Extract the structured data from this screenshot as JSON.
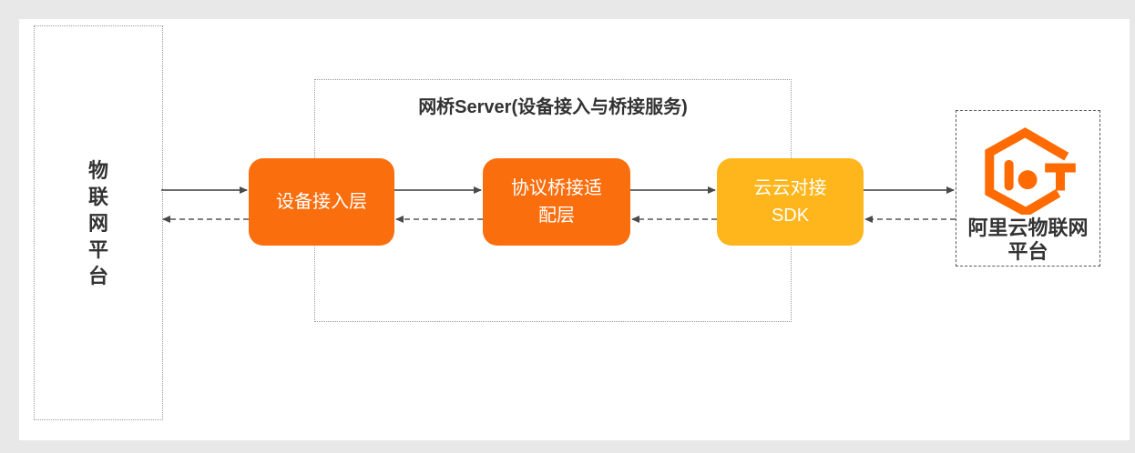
{
  "page": {
    "background_color": "#e8e8e8",
    "panel_color": "#ffffff"
  },
  "diagram": {
    "left_platform": {
      "label": "物联网平台"
    },
    "bridge_server": {
      "title": "网桥Server(设备接入与桥接服务)"
    },
    "nodes": {
      "device_access": {
        "label": "设备接入层",
        "color": "#fb6e0e"
      },
      "protocol_bridge": {
        "label": "协议桥接适\n配层",
        "color": "#fb6e0e"
      },
      "cloud_sdk": {
        "label": "云云对接\nSDK",
        "color": "#ffb61c"
      }
    },
    "aliyun_platform": {
      "label": "阿里云物联网\n平台",
      "logo_icon": "aliyun-iot-logo",
      "logo_color": "#ff6b00"
    },
    "arrows": {
      "line_color": "#555555",
      "head_color": "#4a4a4a"
    },
    "border_colors": {
      "dotted": "#999999",
      "dashed": "#595959"
    },
    "text_color": "#333333"
  }
}
